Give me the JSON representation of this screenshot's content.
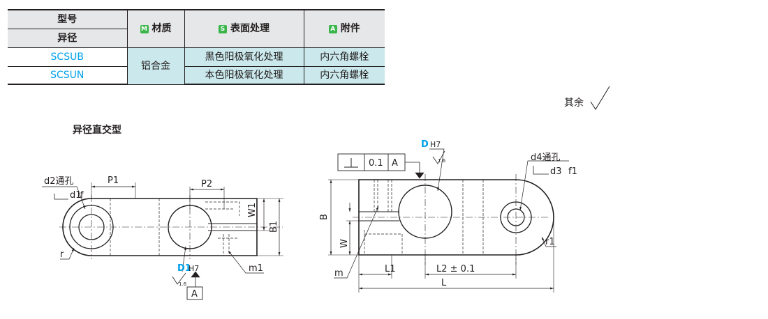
{
  "table": {
    "header": {
      "model": "型号",
      "diff": "异径",
      "material_badge": "M",
      "material": "材质",
      "surface_badge": "S",
      "surface": "表面处理",
      "accessory_badge": "A",
      "accessory": "附件"
    },
    "rows": [
      {
        "code": "SCSUB",
        "surface": "黑色阳极氧化处理",
        "accessory": "内六角螺栓"
      },
      {
        "code": "SCSUN",
        "surface": "本色阳极氧化处理",
        "accessory": "内六角螺栓"
      }
    ],
    "material_value": "铝合金"
  },
  "roughness_note": "其余",
  "section_title": "异径直交型",
  "left_view": {
    "d2": "d2通孔",
    "d1": "d1",
    "f": "f",
    "P1": "P1",
    "P2": "P2",
    "W1": "W1",
    "B1": "B1",
    "r": "r",
    "m1": "m1",
    "D1": "D1",
    "D1_tol": "H7",
    "rough": "1.6",
    "datum": "A"
  },
  "right_view": {
    "perp_tol": "0.1",
    "perp_datum": "A",
    "D": "D",
    "D_tol": "H7",
    "rough": "1.6",
    "d4": "d4通孔",
    "d3": "d3",
    "f1": "f1",
    "B": "B",
    "W": "W",
    "m": "m",
    "L1": "L1",
    "L2": "L2 ± 0.1",
    "L": "L",
    "r1": "r1"
  }
}
